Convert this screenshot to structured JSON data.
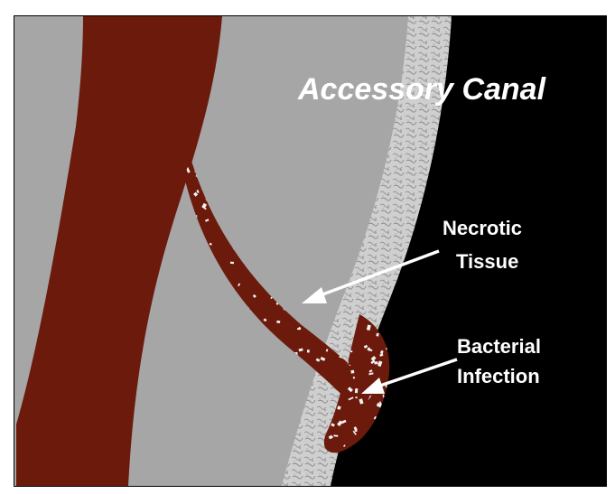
{
  "diagram": {
    "title": "Accessory Canal",
    "labels": {
      "necrotic": [
        "Necrotic",
        "Tissue"
      ],
      "bacterial": [
        "Bacterial",
        "Infection"
      ]
    },
    "colors": {
      "background_black": "#000000",
      "dentin_gray": "#a6a6a6",
      "pulp_red": "#6b1a0c",
      "cementum_light": "#d2d2d2",
      "text_white": "#ffffff",
      "debris_white": "#f2f2f2"
    }
  }
}
